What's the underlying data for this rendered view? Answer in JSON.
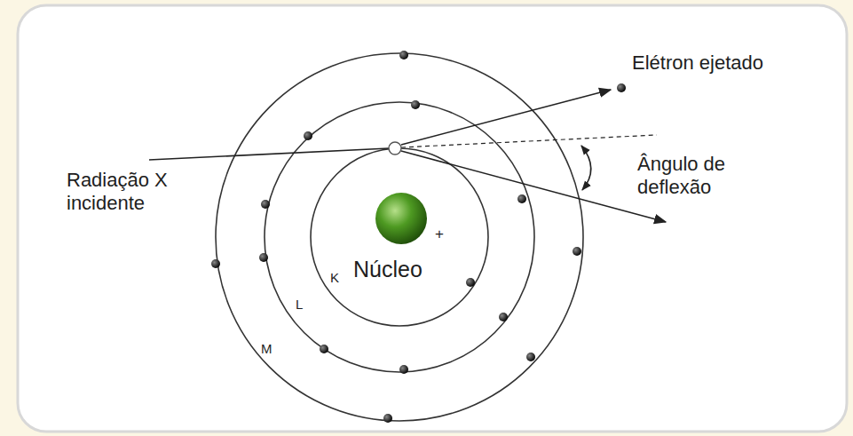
{
  "diagram": {
    "labels": [
      "Elétron ejetado",
      "Radiação X incidente",
      "Ângulo de deflexão",
      "Núcleo",
      "+",
      "K",
      "L",
      "M"
    ]
  }
}
